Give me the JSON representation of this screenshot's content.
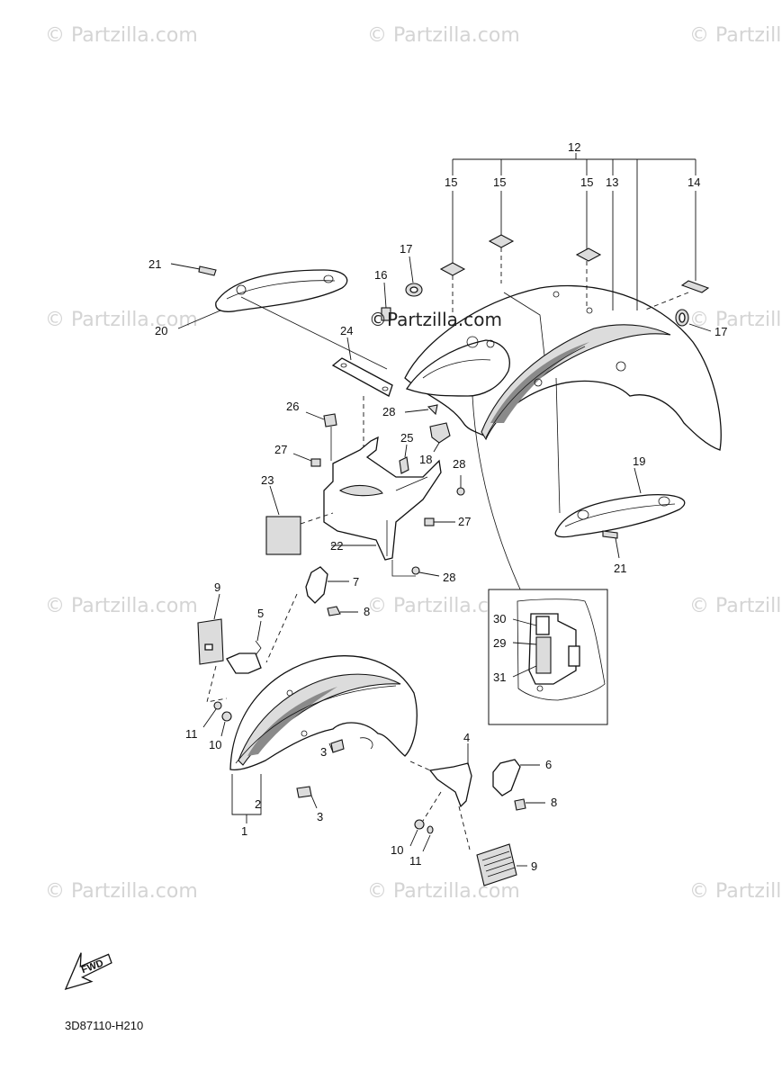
{
  "watermark": "© Partzilla.com",
  "center_watermark": "©Partzilla.com",
  "diagram_code": "3D87110-H210",
  "fwd_label": "FWD",
  "callouts": {
    "c1": "1",
    "c2": "2",
    "c3a": "3",
    "c3b": "3",
    "c4": "4",
    "c5": "5",
    "c6": "6",
    "c7": "7",
    "c8a": "8",
    "c8b": "8",
    "c9a": "9",
    "c9b": "9",
    "c10a": "10",
    "c10b": "10",
    "c11a": "11",
    "c11b": "11",
    "c12": "12",
    "c13": "13",
    "c14": "14",
    "c15a": "15",
    "c15b": "15",
    "c15c": "15",
    "c16": "16",
    "c17a": "17",
    "c17b": "17",
    "c18": "18",
    "c19": "19",
    "c20": "20",
    "c21a": "21",
    "c21b": "21",
    "c22": "22",
    "c23": "23",
    "c24": "24",
    "c25": "25",
    "c26": "26",
    "c27a": "27",
    "c27b": "27",
    "c28a": "28",
    "c28b": "28",
    "c28c": "28",
    "c29": "29",
    "c30": "30",
    "c31": "31"
  }
}
